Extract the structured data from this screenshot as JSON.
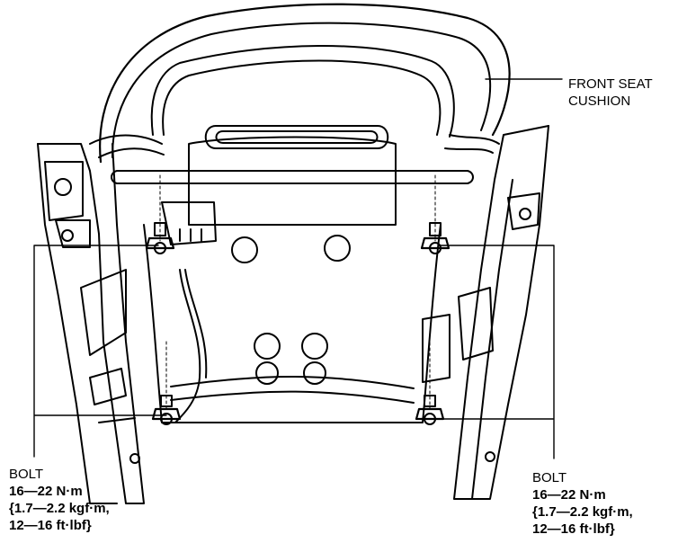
{
  "labels": {
    "cushion": {
      "line1": "FRONT SEAT",
      "line2": "CUSHION"
    },
    "bolt_left": {
      "name": "BOLT",
      "torque_nm": "16—22 N·m",
      "torque_kgfm": "{1.7—2.2 kgf·m,",
      "torque_ftlbf": "12—16 ft·lbf}"
    },
    "bolt_right": {
      "name": "BOLT",
      "torque_nm": "16—22 N·m",
      "torque_kgfm": "{1.7—2.2 kgf·m,",
      "torque_ftlbf": "12—16 ft·lbf}"
    }
  }
}
